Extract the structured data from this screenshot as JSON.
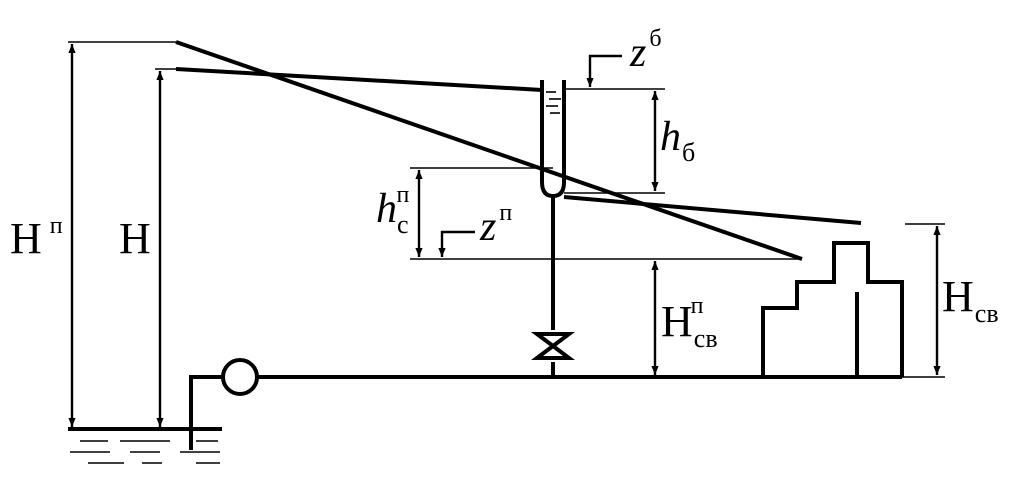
{
  "labels": {
    "H_p": {
      "main": "H",
      "sup": "п"
    },
    "H": {
      "main": "H"
    },
    "z_b": {
      "main": "z",
      "sup": "б"
    },
    "h_b": {
      "main": "h",
      "sub": "б"
    },
    "h_c_p": {
      "main": "h",
      "sub": "с",
      "sup": "п"
    },
    "z_p": {
      "main": "z",
      "sup": "п"
    },
    "H_sv_p": {
      "main": "H",
      "sub": "св",
      "sup": "п"
    },
    "H_sv": {
      "main": "H",
      "sub": "св"
    }
  }
}
